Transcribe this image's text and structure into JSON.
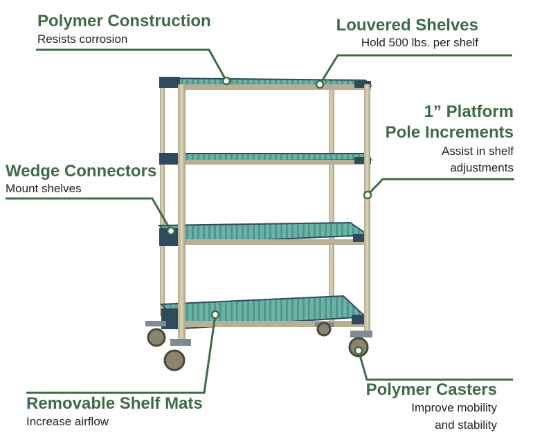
{
  "callouts": {
    "polymer_construction": {
      "title": "Polymer Construction",
      "subtitle": "Resists corrosion"
    },
    "louvered_shelves": {
      "title": "Louvered Shelves",
      "subtitle": "Hold 500 lbs. per shelf"
    },
    "platform_pole": {
      "title_line1": "1” Platform",
      "title_line2": "Pole Increments",
      "subtitle_line1": "Assist in shelf",
      "subtitle_line2": "adjustments"
    },
    "wedge_connectors": {
      "title": "Wedge Connectors",
      "subtitle": "Mount shelves"
    },
    "removable_mats": {
      "title": "Removable Shelf Mats",
      "subtitle": "Increase airflow"
    },
    "polymer_casters": {
      "title": "Polymer Casters",
      "subtitle_line1": "Improve mobility",
      "subtitle_line2": "and stability"
    }
  },
  "colors": {
    "callout_green": "#3e6b45",
    "shelf_mat": "#5fa79a",
    "frame": "#2f4a5c",
    "pole": "#c9c1a3"
  }
}
